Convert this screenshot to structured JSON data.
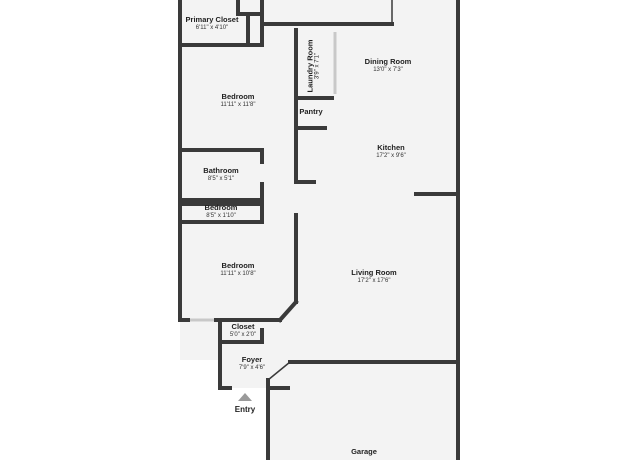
{
  "rooms": {
    "primary_closet": {
      "name": "Primary Closet",
      "dims": "6'11\" x 4'10\""
    },
    "bedroom1": {
      "name": "Bedroom",
      "dims": "11'11\" x 11'8\""
    },
    "laundry": {
      "name": "Laundry Room",
      "dims": "3'9\" x 7'1\""
    },
    "pantry": {
      "name": "Pantry",
      "dims": ""
    },
    "dining": {
      "name": "Dining Room",
      "dims": "13'0\" x 7'3\""
    },
    "kitchen": {
      "name": "Kitchen",
      "dims": "17'2\" x 9'6\""
    },
    "bathroom": {
      "name": "Bathroom",
      "dims": "8'5\" x 5'1\""
    },
    "bedroom_small": {
      "name": "Bedroom",
      "dims": "8'5\" x 1'10\""
    },
    "bedroom2": {
      "name": "Bedroom",
      "dims": "11'11\" x 10'8\""
    },
    "living": {
      "name": "Living Room",
      "dims": "17'2\" x 17'6\""
    },
    "closet": {
      "name": "Closet",
      "dims": "5'0\" x 2'0\""
    },
    "foyer": {
      "name": "Foyer",
      "dims": "7'9\" x 4'6\""
    },
    "garage": {
      "name": "Garage",
      "dims": ""
    }
  },
  "entry_label": "Entry",
  "colors": {
    "wall": "#3a3a3a",
    "floor": "#f3f3f3",
    "window": "#c8c8c8",
    "arrow": "#9a9a9a"
  }
}
